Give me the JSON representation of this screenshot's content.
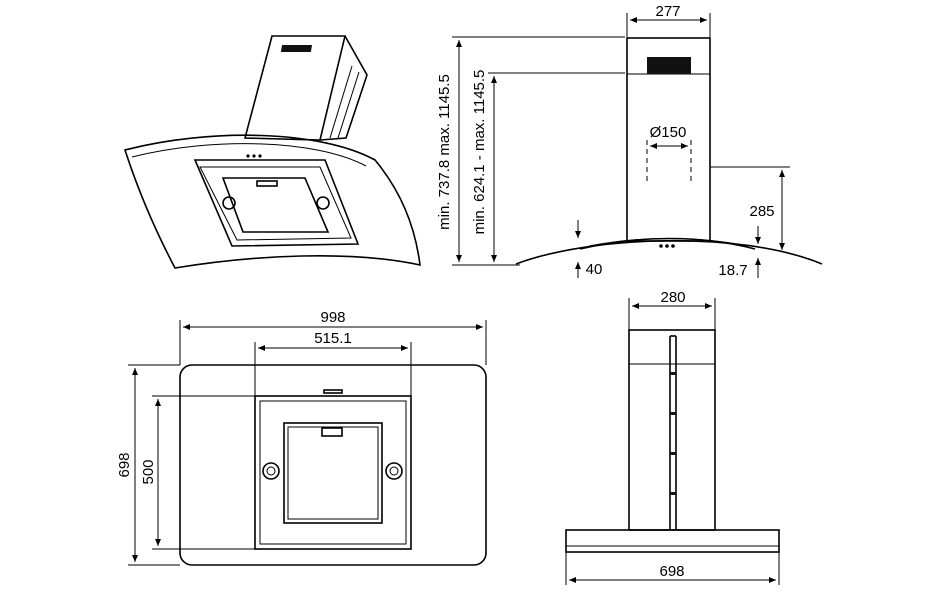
{
  "dimensions": {
    "side_height_range_a": "min. 737.8 max. 1145.5",
    "side_height_range_b": "min. 624.1 - max. 1145.5",
    "chimney_width_front": "277",
    "duct_diameter": "Ø150",
    "canopy_height": "285",
    "glass_edge": "40",
    "glass_thickness": "18.7",
    "overall_width": "998",
    "filter_width": "515.1",
    "overall_depth": "698",
    "filter_depth": "500",
    "chimney_width_side": "280",
    "base_depth": "698"
  },
  "colors": {
    "line": "#000000",
    "background": "#ffffff"
  }
}
